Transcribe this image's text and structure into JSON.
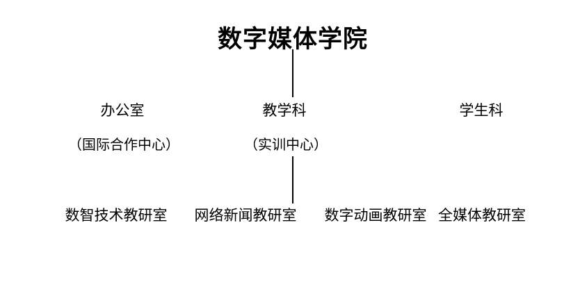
{
  "colors": {
    "background": "#ffffff",
    "text": "#000000",
    "connector_line": "#000000"
  },
  "org_chart": {
    "title": "数字媒体学院",
    "departments": [
      {
        "name": "办公室",
        "sub": "（国际合作中心）"
      },
      {
        "name": "教学科",
        "sub": "（实训中心）"
      },
      {
        "name": "学生科"
      }
    ],
    "teaching_offices": [
      "数智技术教研室",
      "网络新闻教研室",
      "数字动画教研室",
      "全媒体教研室"
    ]
  }
}
